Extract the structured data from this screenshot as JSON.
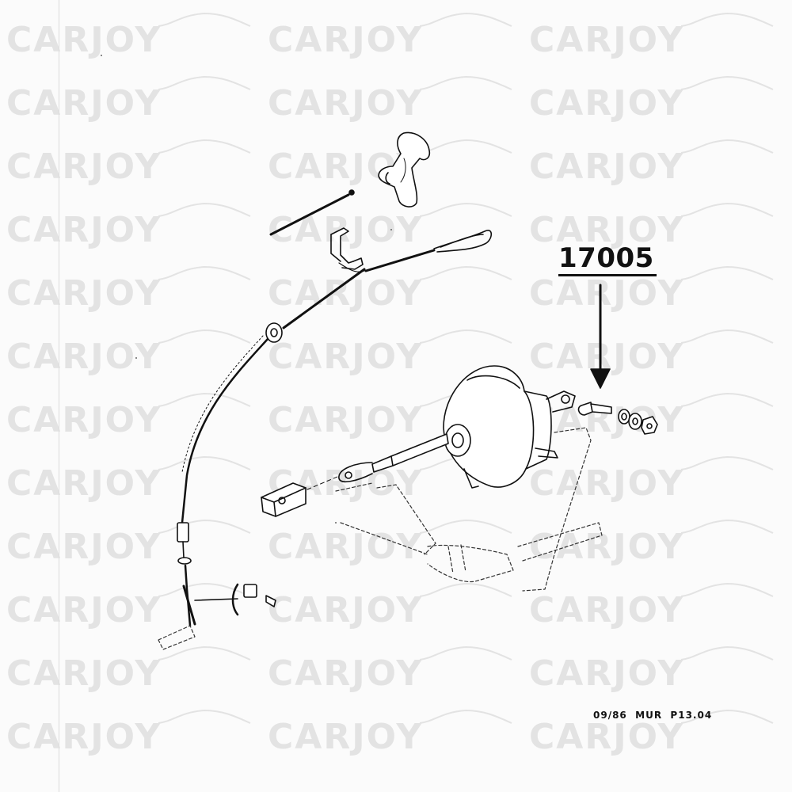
{
  "watermark": {
    "text": "CARJOY",
    "color": "#e3e3e3"
  },
  "callout": {
    "part_number": "17005"
  },
  "footer": {
    "reference": "09/86  MUR  P13.04"
  },
  "colors": {
    "line": "#111111",
    "dashed": "#333333",
    "background": "#fbfbfb"
  }
}
